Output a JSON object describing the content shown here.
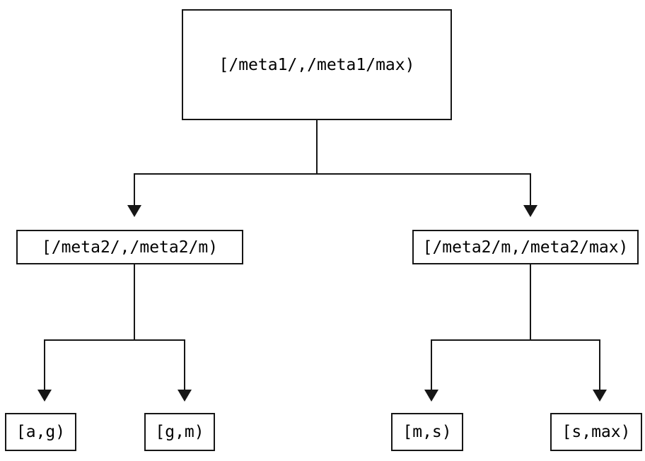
{
  "diagram": {
    "title": "interval-partition-tree",
    "tree": {
      "root": {
        "label": "[/meta1/,/meta1/max)"
      },
      "children": [
        {
          "label": "[/meta2/,/meta2/m)",
          "children": [
            {
              "label": "[a,g)"
            },
            {
              "label": "[g,m)"
            }
          ]
        },
        {
          "label": "[/meta2/m,/meta2/max)",
          "children": [
            {
              "label": "[m,s)"
            },
            {
              "label": "[s,max)"
            }
          ]
        }
      ]
    },
    "icons": {
      "down_arrow": "down-arrow-icon"
    },
    "colors": {
      "background": "#ffffff",
      "line": "#161616",
      "box_border": "#161616",
      "text": "#000000"
    }
  }
}
